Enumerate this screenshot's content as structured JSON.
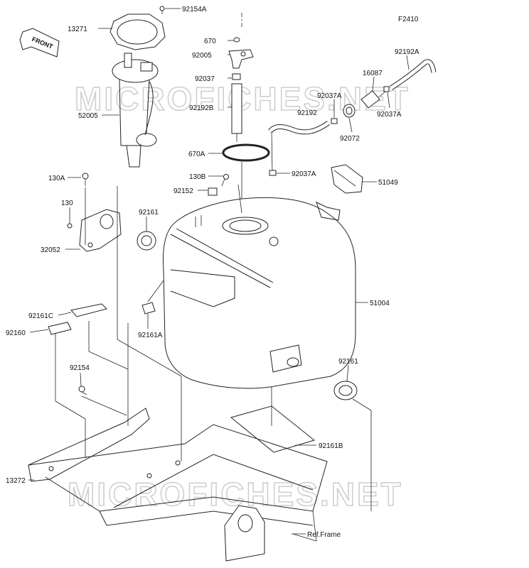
{
  "figure_code": "F2410",
  "direction_label": "FRONT",
  "watermark": "MICROFICHES.NET",
  "labels": {
    "p92154A": "92154A",
    "p13271": "13271",
    "p670": "670",
    "p92005": "92005",
    "p92037": "92037",
    "p52005": "52005",
    "p92192B": "92192B",
    "p670A": "670A",
    "p92192A": "92192A",
    "p16087": "16087",
    "p92037A_top": "92037A",
    "p92192": "92192",
    "p92037A_right": "92037A",
    "p92072": "92072",
    "p130A": "130A",
    "p130B": "130B",
    "p92037A_mid": "92037A",
    "p51049": "51049",
    "p92152": "92152",
    "p130": "130",
    "p92161_top": "92161",
    "p32052": "32052",
    "p51004": "51004",
    "p92161C": "92161C",
    "p92160": "92160",
    "p92161A": "92161A",
    "p92161_right": "92161",
    "p92154": "92154",
    "p92161B": "92161B",
    "p13272": "13272",
    "pRefFrame": "Ref.Frame"
  }
}
